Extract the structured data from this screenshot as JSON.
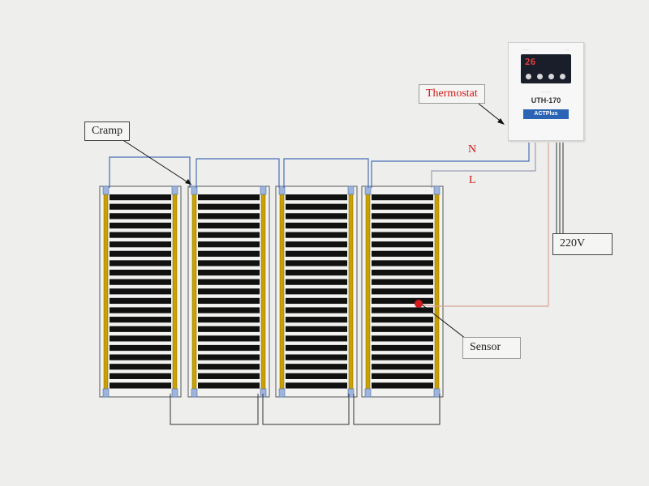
{
  "labels": {
    "cramp": "Cramp",
    "thermostat": "Thermostat",
    "power": "220V",
    "sensor": "Sensor",
    "neutral": "N",
    "live": "L"
  },
  "thermostat": {
    "display": "26",
    "model": "UTH-170",
    "brand": "ACTPlus"
  },
  "panels": {
    "count": 4
  },
  "colors": {
    "label_red": "#d01818",
    "wire_blue": "#4a6fb5",
    "wire_black": "#333333",
    "wire_sensor": "#d9a39a",
    "strip": "#111111",
    "busbar": "#c8a000",
    "sensor_dot": "#d41a1a"
  }
}
